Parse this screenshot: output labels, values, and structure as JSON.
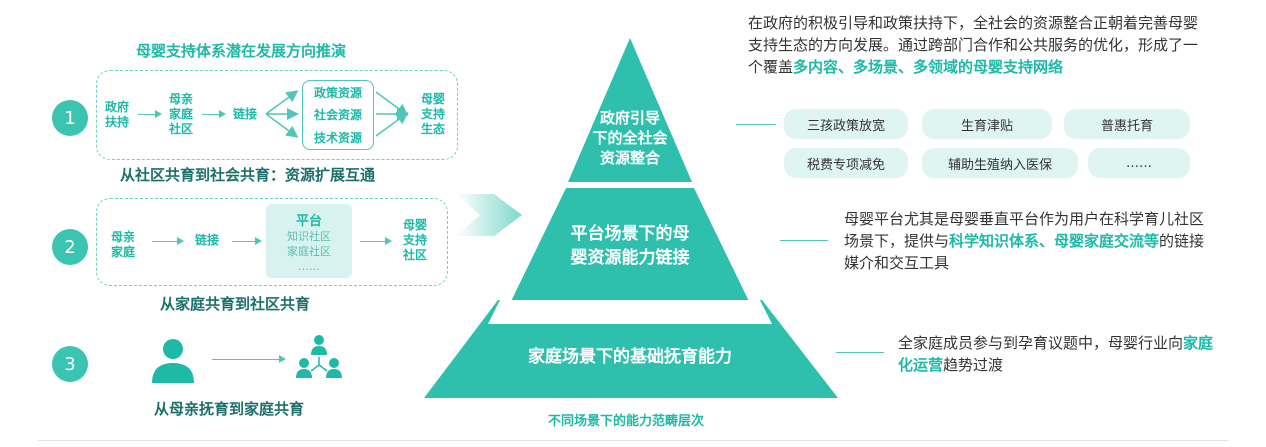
{
  "colors": {
    "teal": "#1fb9a8",
    "teal_dark": "#1c6f6a",
    "pill_bg": "#dff5f1"
  },
  "left": {
    "title": "母婴支持体系潜在发展方向推演",
    "step1": {
      "number": "1",
      "node_gov": [
        "政府",
        "扶持"
      ],
      "node_community": [
        "母亲",
        "家庭",
        "社区"
      ],
      "link": "链接",
      "resources": [
        "政策资源",
        "社会资源",
        "技术资源"
      ],
      "target": [
        "母婴",
        "支持",
        "生态"
      ],
      "subtitle": "从社区共育到社会共育：资源扩展互通"
    },
    "step2": {
      "number": "2",
      "node_family": [
        "母亲",
        "家庭"
      ],
      "link": "链接",
      "platform_title": "平台",
      "platform_items": [
        "知识社区",
        "家庭社区",
        "……"
      ],
      "target": [
        "母婴",
        "支持",
        "社区"
      ],
      "subtitle": "从家庭共育到社区共育"
    },
    "step3": {
      "number": "3",
      "subtitle": "从母亲抚育到家庭共育"
    }
  },
  "pyramid": {
    "top": [
      "政府引导",
      "下的全社会",
      "资源整合"
    ],
    "middle": [
      "平台场景下的母",
      "婴资源能力链接"
    ],
    "bottom": "家庭场景下的基础抚育能力",
    "caption": "不同场景下的能力范畴层次"
  },
  "right": {
    "top_text_plain": "在政府的积极引导和政策扶持下，全社会的资源整合正朝着完善母婴支持生态的方向发展。通过跨部门合作和公共服务的优化，形成了一个覆盖",
    "top_text_hl": "多内容、多场景、多领域的母婴支持网络",
    "pills": [
      "三孩政策放宽",
      "生育津贴",
      "普惠托育",
      "税费专项减免",
      "辅助生殖纳入医保",
      "……"
    ],
    "mid_text_1": "母婴平台尤其是母婴垂直平台作为用户在科学育儿社区场景下，提供与",
    "mid_text_hl": "科学知识体系、母婴家庭交流等",
    "mid_text_2": "的链接媒介和交互工具",
    "bot_text_1": "全家庭成员参与到孕育议题中，母婴行业向",
    "bot_text_hl": "家庭化运营",
    "bot_text_2": "趋势过渡"
  }
}
